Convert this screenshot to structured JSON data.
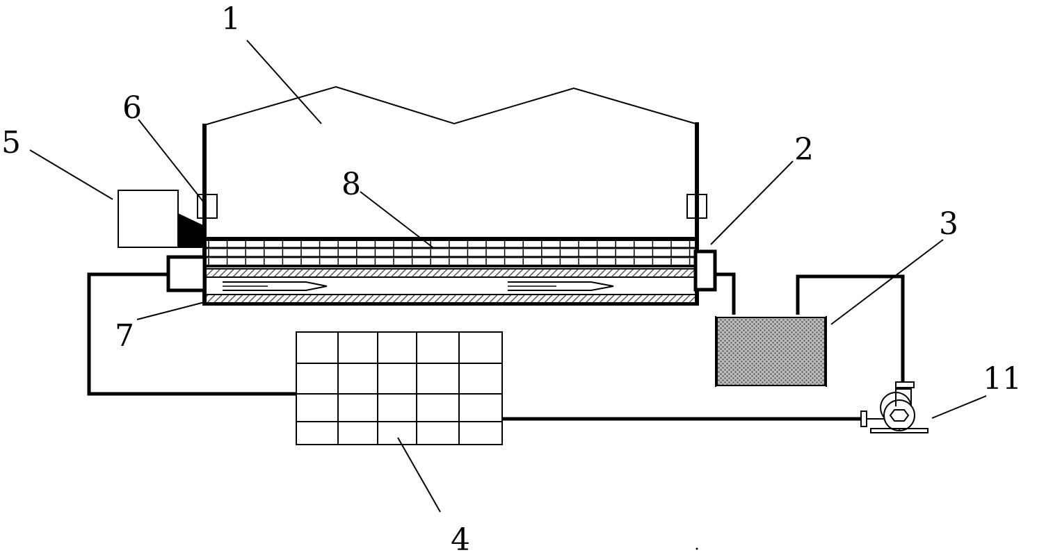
{
  "labels": {
    "greenhouse": "1",
    "bed_pipe": "2",
    "tank": "3",
    "collector": "4",
    "fan_box": "5",
    "sensor": "6",
    "channel": "7",
    "heat_layer": "8",
    "pump": "11"
  },
  "colors": {
    "line": "#000000",
    "background": "#ffffff",
    "hatch": "#555555",
    "water": "#6e6e6e"
  }
}
